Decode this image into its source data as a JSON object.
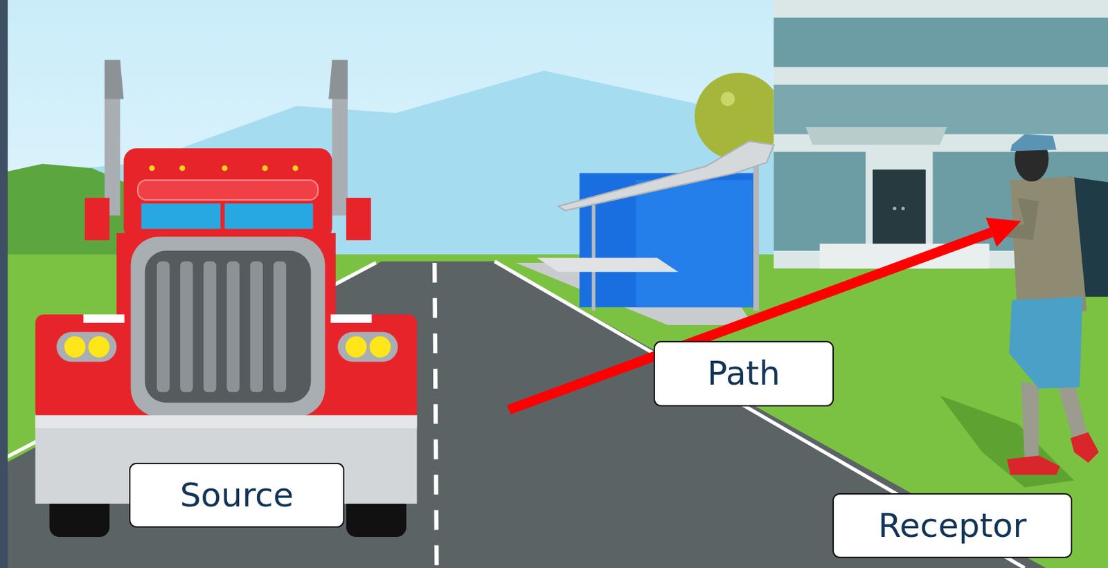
{
  "diagram": {
    "nodes": [
      {
        "text": [
          "Source"
        ]
      },
      {
        "text": [
          "Path"
        ]
      },
      {
        "text": [
          "Receptor"
        ]
      }
    ]
  }
}
